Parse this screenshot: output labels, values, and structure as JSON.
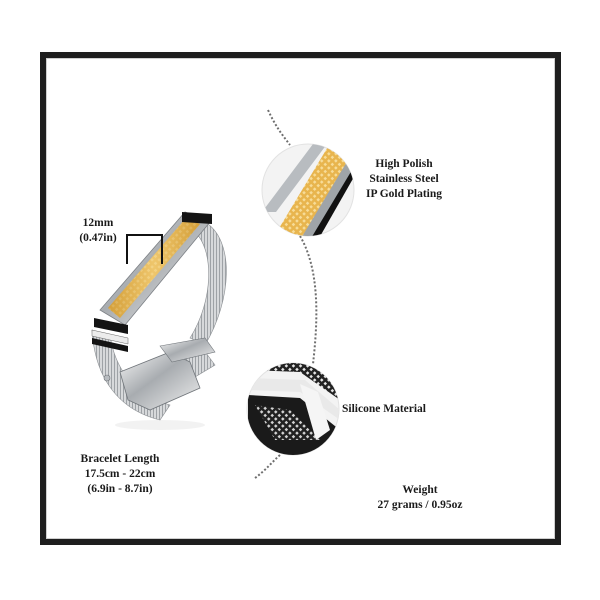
{
  "colors": {
    "frame": "#1e1e1e",
    "gold": "#e3b24c",
    "gold_light": "#f2cf7c",
    "steel": "#cfd2d4",
    "rubber": "#111111",
    "dotted_line": "#6e6e6e"
  },
  "labels": {
    "width": {
      "line1": "12mm",
      "line2": "(0.47in)"
    },
    "material_plating": {
      "line1": "High Polish",
      "line2": "Stainless Steel",
      "line3": "IP Gold Plating"
    },
    "silicone": {
      "line1": "Silicone Material"
    },
    "length": {
      "line1": "Bracelet Length",
      "line2": "17.5cm - 22cm",
      "line3": "(6.9in - 8.7in)"
    },
    "weight": {
      "line1": "Weight",
      "line2": "27 grams / 0.95oz"
    }
  },
  "icons": {
    "detail_gold": "gold-plating-closeup",
    "detail_silicone": "silicone-closeup",
    "product": "mesh-bracelet-image"
  }
}
